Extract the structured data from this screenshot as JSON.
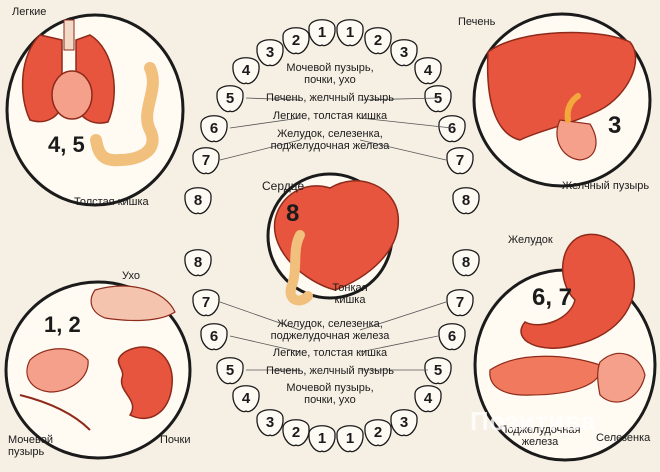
{
  "colors": {
    "background": "#f6efe4",
    "organ": "#e8553e",
    "organ_light": "#f4a08a",
    "outline": "#1b1b1b",
    "tooth_fill": "#fdfaf4"
  },
  "panels": {
    "top_left": {
      "title": "Легкие",
      "numbers": "4, 5",
      "caption": "Толстая кишка"
    },
    "top_right": {
      "title": "Печень",
      "numbers": "3",
      "caption": "Желчный пузырь"
    },
    "bottom_left": {
      "title": "Ухо",
      "numbers": "1, 2",
      "caption_left": "Мочевой пузырь",
      "caption_right": "Почки"
    },
    "bottom_right": {
      "title": "Желудок",
      "numbers": "6, 7",
      "caption_left": "Поджелудочная железа",
      "caption_right": "Селезенка"
    },
    "center": {
      "title": "Сердце",
      "numbers": "8",
      "caption": "Тонкая кишка"
    }
  },
  "tooth_numbers": {
    "upper": [
      "1",
      "1",
      "2",
      "2",
      "3",
      "3",
      "4",
      "4",
      "5",
      "5",
      "6",
      "6",
      "7",
      "7",
      "8",
      "8"
    ],
    "lower": [
      "8",
      "8",
      "7",
      "7",
      "6",
      "6",
      "5",
      "5",
      "4",
      "4",
      "3",
      "3",
      "2",
      "2",
      "1",
      "1"
    ]
  },
  "upper_labels": [
    "Мочевой пузырь,\nпочки, ухо",
    "Печень, желчный пузырь",
    "Легкие, толстая кишка",
    "Желудок, селезенка,\nподжелудочная железа"
  ],
  "lower_labels": [
    "Желудок, селезенка,\nподжелудочная железа",
    "Легкие, толстая кишка",
    "Печень, желчный пузырь",
    "Мочевой пузырь,\nпочки, ухо"
  ],
  "watermark": "Позитива"
}
